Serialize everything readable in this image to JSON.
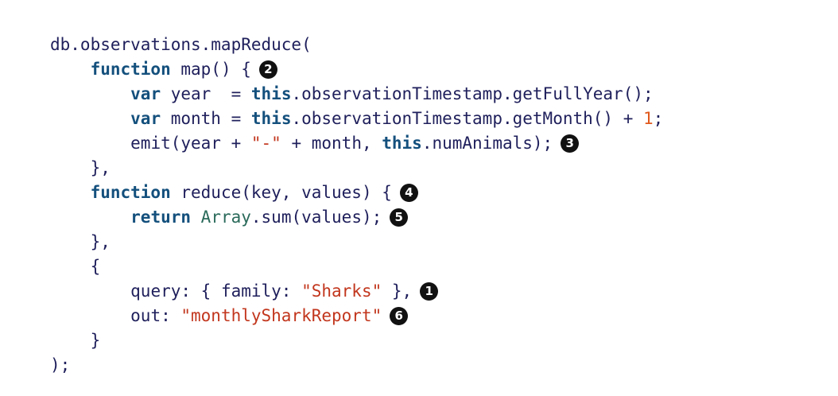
{
  "code": {
    "l1": {
      "a": "db.observations.mapReduce("
    },
    "l2": {
      "kw": "function",
      "a": " map() {",
      "c": "2"
    },
    "l3": {
      "kw1": "var",
      "a": " year  = ",
      "kw2": "this",
      "b": ".observationTimestamp.getFullYear();"
    },
    "l4": {
      "kw1": "var",
      "a": " month = ",
      "kw2": "this",
      "b": ".observationTimestamp.getMonth() + ",
      "num": "1",
      "c": ";"
    },
    "l5": {
      "a": "emit(year + ",
      "str": "\"-\"",
      "b": " + month, ",
      "kw": "this",
      "d": ".numAnimals);",
      "c": "3"
    },
    "l6": {
      "a": "},"
    },
    "l7": {
      "kw": "function",
      "a": " reduce(key, values) {",
      "c": "4"
    },
    "l8": {
      "kw": "return",
      "sp": " ",
      "bi": "Array",
      "a": ".sum(values);",
      "c": "5"
    },
    "l9": {
      "a": "},"
    },
    "l10": {
      "a": "{"
    },
    "l11": {
      "a": "query: { family: ",
      "str": "\"Sharks\"",
      "b": " },",
      "c": "1"
    },
    "l12": {
      "a": "out: ",
      "str": "\"monthlySharkReport\"",
      "c": "6"
    },
    "l13": {
      "a": "}"
    },
    "l14": {
      "a": ");"
    }
  }
}
